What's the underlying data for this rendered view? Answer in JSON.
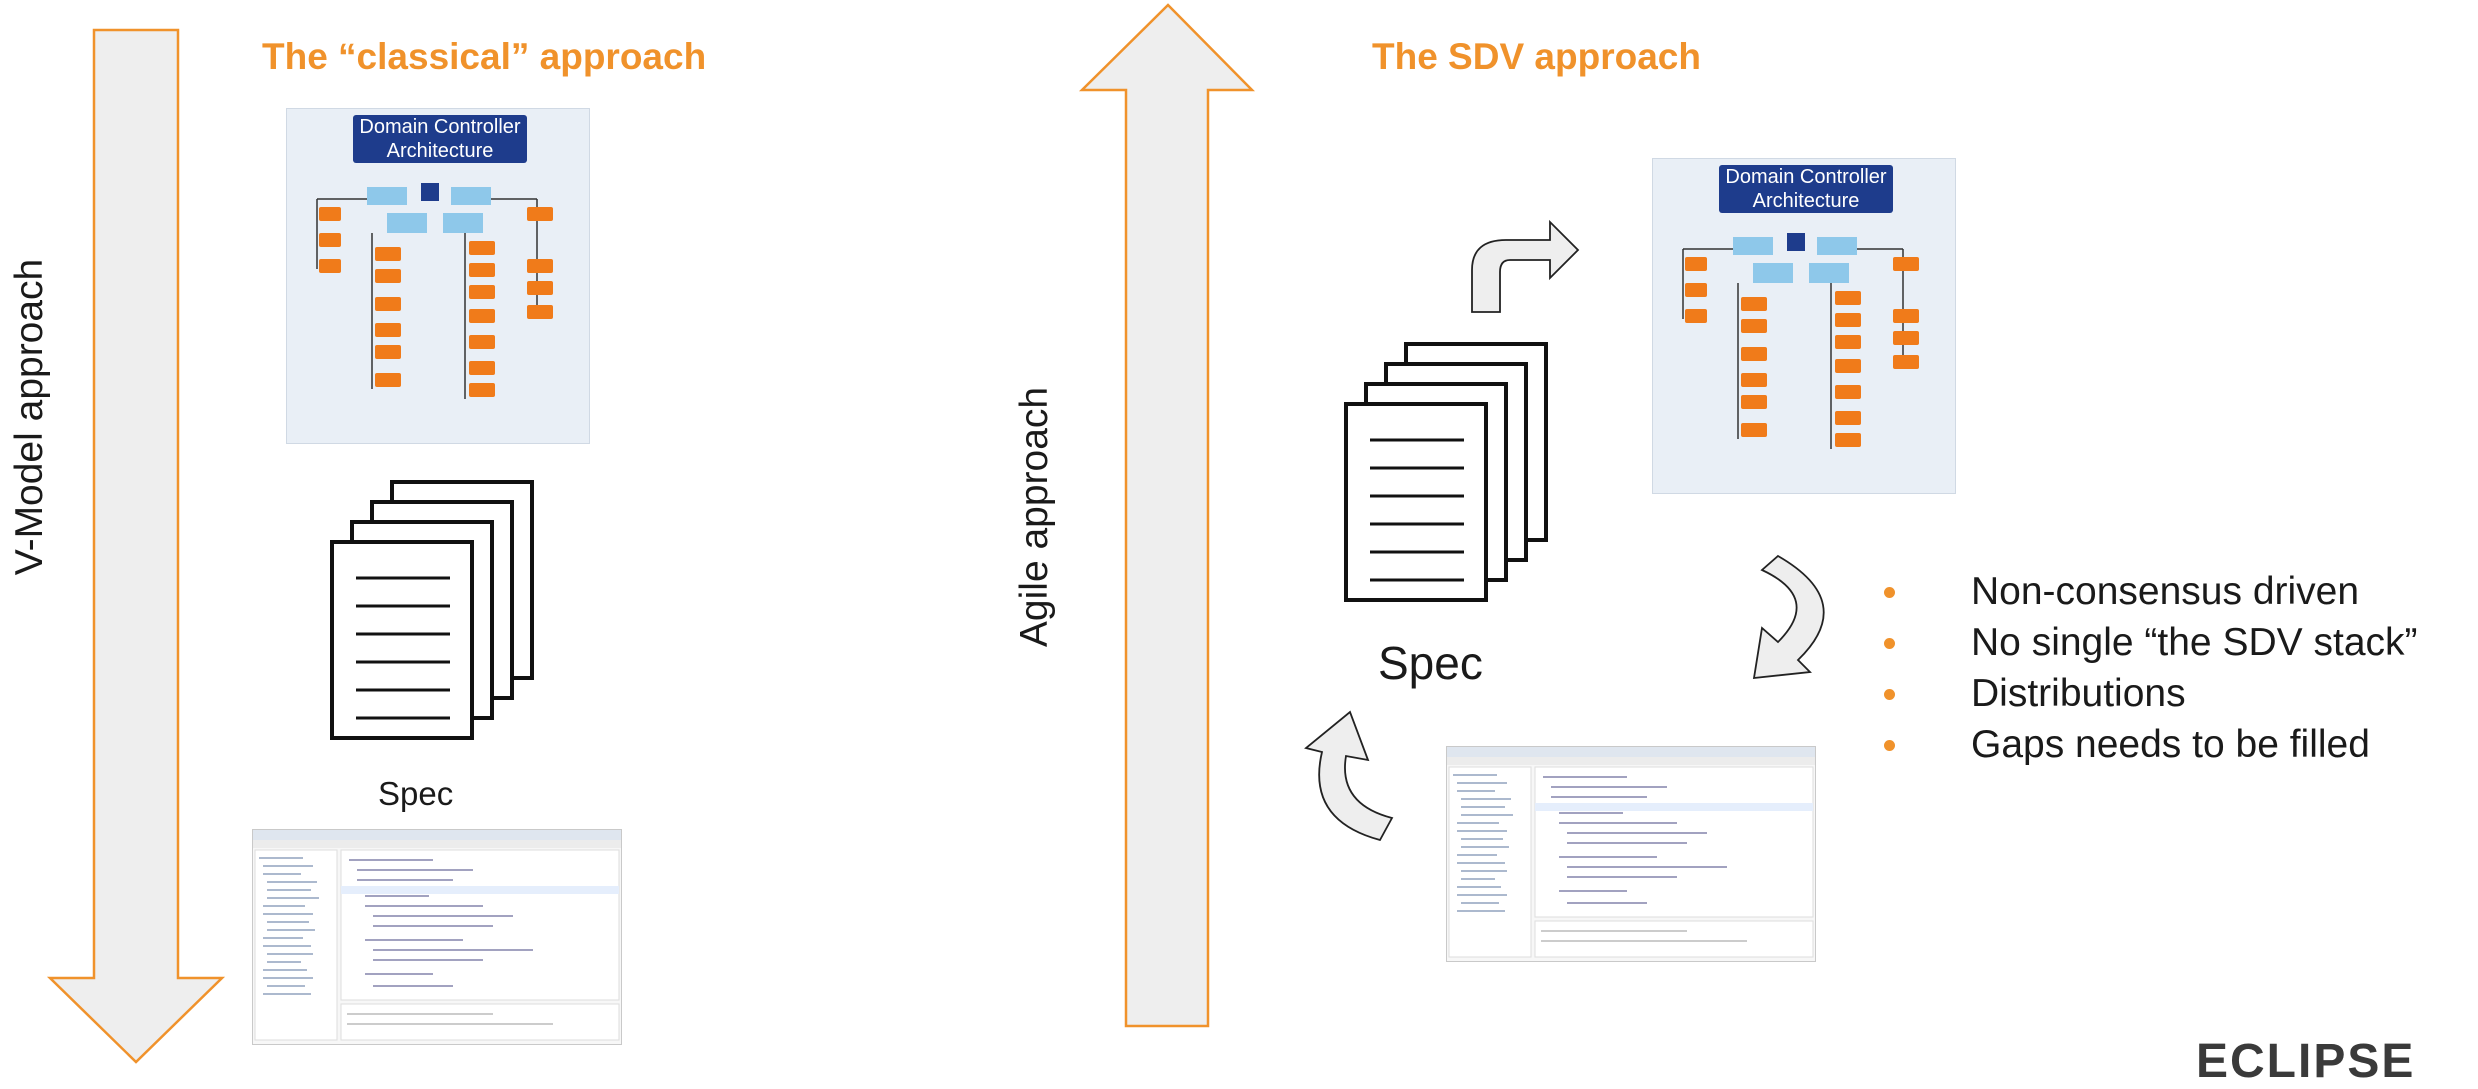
{
  "left": {
    "title": "The “classical” approach",
    "side_label": "V-Model approach",
    "arch_header": "Domain Controller Architecture",
    "spec_label": "Spec"
  },
  "right": {
    "title": "The SDV approach",
    "side_label": "Agile approach",
    "arch_header": "Domain Controller Architecture",
    "spec_label": "Spec",
    "bullets": [
      "Non-consensus driven",
      "No single “the SDV stack”",
      "Distributions",
      "Gaps needs to be filled"
    ]
  },
  "footer": {
    "logo": "ECLIPSE"
  },
  "colors": {
    "accent": "#f0922b",
    "arrow_fill": "#eeeeee",
    "box_orange": "#f07b1a",
    "arch_header": "#1e3c8c"
  }
}
